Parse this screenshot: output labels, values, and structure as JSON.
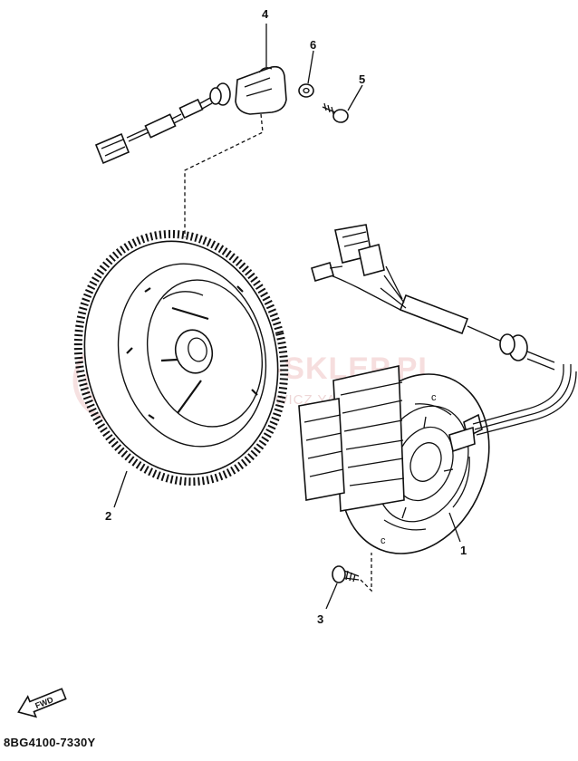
{
  "callouts": [
    {
      "id": "1",
      "label": "1"
    },
    {
      "id": "2",
      "label": "2"
    },
    {
      "id": "3",
      "label": "3"
    },
    {
      "id": "4",
      "label": "4"
    },
    {
      "id": "5",
      "label": "5"
    },
    {
      "id": "6",
      "label": "6"
    }
  ],
  "direction_marker": "FWD",
  "watermark": {
    "line1": "YAMA-SKLEP.PL",
    "line2": "WOJ. ŁĘCHOWICZ YAMAHA"
  },
  "diagram_code": "8BG4100-7330Y",
  "colors": {
    "ink": "#111111",
    "watermark": "#efc4c4"
  }
}
